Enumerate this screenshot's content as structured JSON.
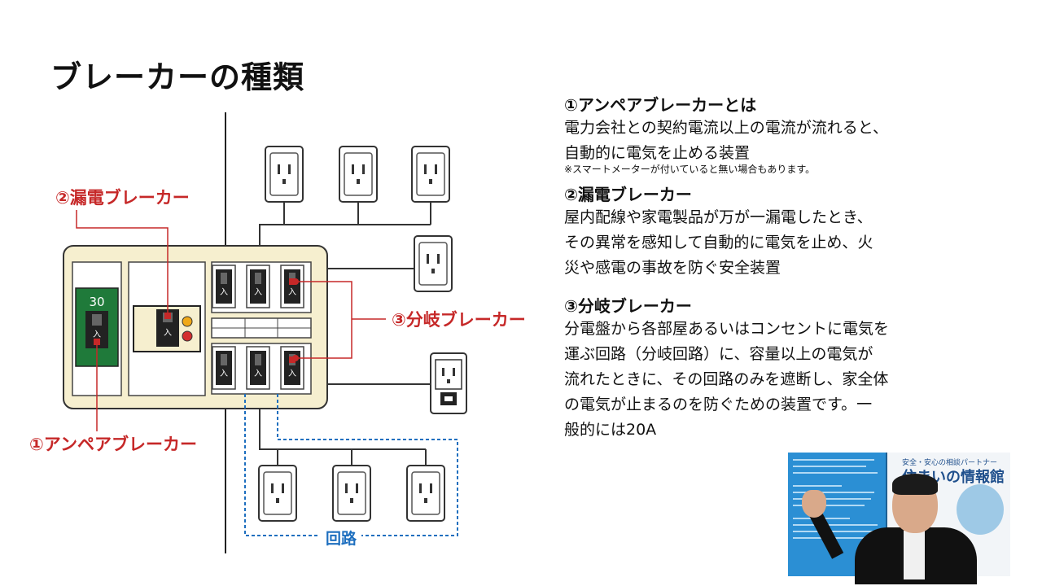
{
  "title": "ブレーカーの種類",
  "diagram": {
    "label_leakage": "②漏電ブレーカー",
    "label_branch": "③分岐ブレーカー",
    "label_ampere": "①アンペアブレーカー",
    "label_circuit": "回路",
    "ampere_rating": "30",
    "switch_char": "入",
    "colors": {
      "red": "#c62828",
      "blue": "#1e6fbf",
      "panel": "#f6efcf",
      "green": "#1f7a3a"
    }
  },
  "sections": [
    {
      "heading": "①アンペアブレーカーとは",
      "lines": [
        "電力会社との契約電流以上の電流が流れると、",
        "自動的に電気を止める装置"
      ],
      "note": "※スマートメーターが付いていると無い場合もあります。"
    },
    {
      "heading": "②漏電ブレーカー",
      "lines": [
        "屋内配線や家電製品が万が一漏電したとき、",
        "その異常を感知して自動的に電気を止め、火",
        "災や感電の事故を防ぐ安全装置"
      ]
    },
    {
      "heading": "③分岐ブレーカー",
      "lines": [
        "分電盤から各部屋あるいはコンセントに電気を",
        "運ぶ回路（分岐回路）に、容量以上の電気が",
        "流れたときに、その回路のみを遮断し、家全体",
        "の電気が止まるのを防ぐための装置です。一",
        "般的には20A"
      ]
    }
  ],
  "video": {
    "board_sub": "安全・安心の相談パートナー",
    "board_main": "住まいの情報館"
  }
}
